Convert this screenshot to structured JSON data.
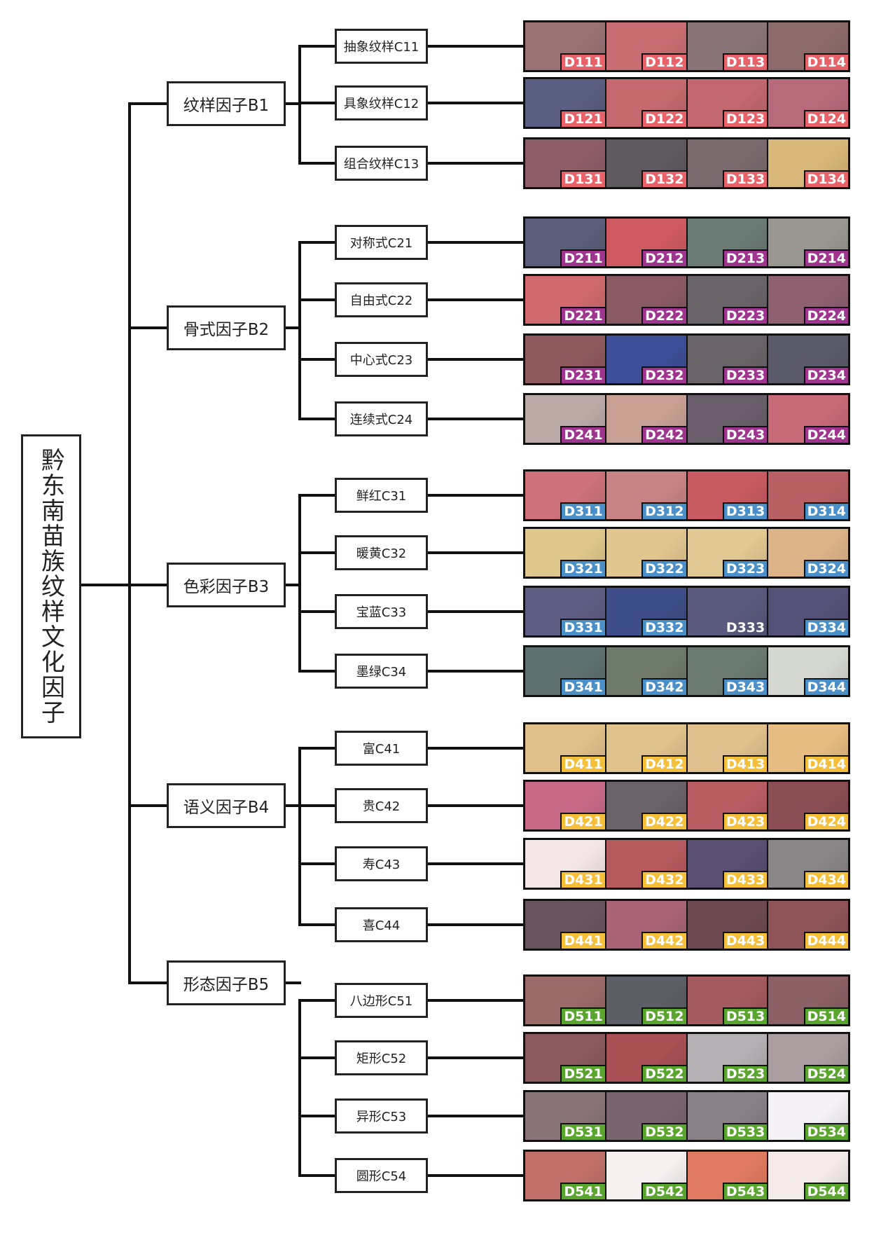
{
  "title": "黔东南苗族纹样文化因子",
  "groups": [
    {
      "label": "纹样因子B1",
      "label_color": "#e8626a",
      "categories": [
        {
          "label": "抽象纹样C11",
          "items": [
            {
              "code": "D111",
              "bg": "#9a7274"
            },
            {
              "code": "D112",
              "bg": "#c96e72"
            },
            {
              "code": "D113",
              "bg": "#8a7478"
            },
            {
              "code": "D114",
              "bg": "#8c6a6a"
            }
          ]
        },
        {
          "label": "具象纹样C12",
          "items": [
            {
              "code": "D121",
              "bg": "#5a5e80"
            },
            {
              "code": "D122",
              "bg": "#c46a6e"
            },
            {
              "code": "D123",
              "bg": "#c2686e"
            },
            {
              "code": "D124",
              "bg": "#b86a7a"
            }
          ]
        },
        {
          "label": "组合纹样C13",
          "items": [
            {
              "code": "D131",
              "bg": "#8e5e68"
            },
            {
              "code": "D132",
              "bg": "#5e5a60"
            },
            {
              "code": "D133",
              "bg": "#7a6a6e"
            },
            {
              "code": "D134",
              "bg": "#d8b878"
            }
          ]
        }
      ]
    },
    {
      "label": "骨式因子B2",
      "label_color": "#a0358f",
      "categories": [
        {
          "label": "对称式C21",
          "items": [
            {
              "code": "D211",
              "bg": "#5a5e78"
            },
            {
              "code": "D212",
              "bg": "#d05a62"
            },
            {
              "code": "D213",
              "bg": "#6a7a74"
            },
            {
              "code": "D214",
              "bg": "#9a9690"
            }
          ]
        },
        {
          "label": "自由式C22",
          "items": [
            {
              "code": "D221",
              "bg": "#d06a6e"
            },
            {
              "code": "D222",
              "bg": "#8a5a62"
            },
            {
              "code": "D223",
              "bg": "#6a6468"
            },
            {
              "code": "D224",
              "bg": "#8e6070"
            }
          ]
        },
        {
          "label": "中心式C23",
          "items": [
            {
              "code": "D231",
              "bg": "#8e5a5e"
            },
            {
              "code": "D232",
              "bg": "#3e4e98"
            },
            {
              "code": "D233",
              "bg": "#6a6468"
            },
            {
              "code": "D234",
              "bg": "#5a5a6a"
            }
          ]
        },
        {
          "label": "连续式C24",
          "items": [
            {
              "code": "D241",
              "bg": "#bcaaa6"
            },
            {
              "code": "D242",
              "bg": "#c8a094"
            },
            {
              "code": "D243",
              "bg": "#6a5e6c"
            },
            {
              "code": "D244",
              "bg": "#c86a78"
            }
          ]
        }
      ]
    },
    {
      "label": "色彩因子B3",
      "label_color": "#4a8fc8",
      "categories": [
        {
          "label": "鲜红C31",
          "items": [
            {
              "code": "D311",
              "bg": "#cc7278",
              "label_bg": true
            },
            {
              "code": "D312",
              "bg": "#c88484",
              "label_bg": true
            },
            {
              "code": "D313",
              "bg": "#c85a62",
              "label_bg": true
            },
            {
              "code": "D314",
              "bg": "#b86064",
              "label_bg": true
            }
          ]
        },
        {
          "label": "暖黄C32",
          "items": [
            {
              "code": "D321",
              "bg": "#e0c88c",
              "label_bg": true
            },
            {
              "code": "D322",
              "bg": "#e2c690",
              "label_bg": true
            },
            {
              "code": "D323",
              "bg": "#e2c892",
              "label_bg": true
            },
            {
              "code": "D324",
              "bg": "#dcb488",
              "label_bg": true
            }
          ]
        },
        {
          "label": "宝蓝C33",
          "items": [
            {
              "code": "D331",
              "bg": "#5e5e84",
              "label_bg": true
            },
            {
              "code": "D332",
              "bg": "#3e4e88",
              "label_bg": true
            },
            {
              "code": "D333",
              "bg": "#5a5a7e",
              "label_bg": false
            },
            {
              "code": "D334",
              "bg": "#545278",
              "label_bg": true
            }
          ]
        },
        {
          "label": "墨绿C34",
          "items": [
            {
              "code": "D341",
              "bg": "#5e7070",
              "label_bg": true
            },
            {
              "code": "D342",
              "bg": "#6e7a6a",
              "label_bg": true
            },
            {
              "code": "D343",
              "bg": "#6a7a70",
              "label_bg": true
            },
            {
              "code": "D344",
              "bg": "#d6d8d2",
              "label_bg": true
            }
          ]
        }
      ]
    },
    {
      "label": "语义因子B4",
      "label_color": "#f5bf3a",
      "categories": [
        {
          "label": "富C41",
          "items": [
            {
              "code": "D411",
              "bg": "#e0c08a"
            },
            {
              "code": "D412",
              "bg": "#e0c28c"
            },
            {
              "code": "D413",
              "bg": "#e0c08c"
            },
            {
              "code": "D414",
              "bg": "#e6bc80"
            }
          ]
        },
        {
          "label": "贵C42",
          "items": [
            {
              "code": "D421",
              "bg": "#c86a88"
            },
            {
              "code": "D422",
              "bg": "#6a6268"
            },
            {
              "code": "D423",
              "bg": "#b85c62"
            },
            {
              "code": "D424",
              "bg": "#8a4e54"
            }
          ]
        },
        {
          "label": "寿C43",
          "items": [
            {
              "code": "D431",
              "bg": "#f4e6e6"
            },
            {
              "code": "D432",
              "bg": "#b65a5e"
            },
            {
              "code": "D433",
              "bg": "#5a4e72"
            },
            {
              "code": "D434",
              "bg": "#8a8688"
            }
          ]
        },
        {
          "label": "喜C44",
          "items": [
            {
              "code": "D441",
              "bg": "#6a5460"
            },
            {
              "code": "D442",
              "bg": "#a86474"
            },
            {
              "code": "D443",
              "bg": "#6e4a50"
            },
            {
              "code": "D444",
              "bg": "#8e5458"
            }
          ]
        }
      ]
    },
    {
      "label": "形态因子B5",
      "label_color": "#5aa52e",
      "categories": [
        {
          "label": "八边形C51",
          "items": [
            {
              "code": "D511",
              "bg": "#9a6a68"
            },
            {
              "code": "D512",
              "bg": "#5e5e66"
            },
            {
              "code": "D513",
              "bg": "#a45a5e"
            },
            {
              "code": "D514",
              "bg": "#8a6064"
            }
          ]
        },
        {
          "label": "矩形C52",
          "items": [
            {
              "code": "D521",
              "bg": "#8a5a5e"
            },
            {
              "code": "D522",
              "bg": "#a85054"
            },
            {
              "code": "D523",
              "bg": "#b4b0b4"
            },
            {
              "code": "D524",
              "bg": "#aa9ea0"
            }
          ]
        },
        {
          "label": "异形C53",
          "items": [
            {
              "code": "D531",
              "bg": "#8a7478"
            },
            {
              "code": "D532",
              "bg": "#7a6470"
            },
            {
              "code": "D533",
              "bg": "#8a8088"
            },
            {
              "code": "D534",
              "bg": "#f4f2f6"
            }
          ]
        },
        {
          "label": "圆形C54",
          "items": [
            {
              "code": "D541",
              "bg": "#c07068"
            },
            {
              "code": "D542",
              "bg": "#f6f0f0"
            },
            {
              "code": "D543",
              "bg": "#e07a60"
            },
            {
              "code": "D544",
              "bg": "#f4eaea"
            }
          ]
        }
      ]
    }
  ]
}
